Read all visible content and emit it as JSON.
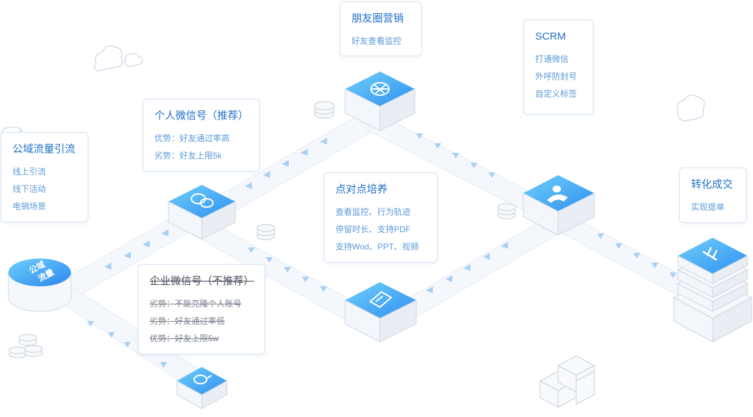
{
  "origin": {
    "line1": "公域",
    "line2": "流量"
  },
  "cards": {
    "public_traffic": {
      "title": "公域流量引流",
      "items": [
        "线上引流",
        "线下活动",
        "电销场景"
      ]
    },
    "personal_wechat": {
      "title": "个人微信号（推荐）",
      "items": [
        "优势：好友通过率高",
        "劣势：好友上限5k"
      ]
    },
    "enterprise_wechat": {
      "title": "企业微信号（不推荐）",
      "items": [
        "劣势：不能克隆个人账号",
        "劣势：好友通过率低",
        "优势：好友上限5w"
      ]
    },
    "moments": {
      "title": "朋友圈营销",
      "items": [
        "好友查看监控"
      ]
    },
    "p2p": {
      "title": "点对点培养",
      "items": [
        "查看监控、行为轨迹",
        "停留时长、支持PDF",
        "支持Wod、PPT、视频"
      ]
    },
    "scrm": {
      "title": "SCRM",
      "items": [
        "打通微信",
        "外呼防封号",
        "自定义标签"
      ]
    },
    "conversion": {
      "title": "转化成交",
      "items": [
        "实现提单"
      ]
    }
  },
  "icons": {
    "wechat": "wechat-icon",
    "enterprise_wechat": "enterprise-wechat-icon",
    "moments": "camera-aperture-icon",
    "document": "document-icon",
    "user": "user-icon",
    "gavel": "gavel-icon",
    "cloud": "cloud-icon",
    "coins": "coin-stack-icon",
    "boxes": "box-stack-icon"
  },
  "colors": {
    "node_top": "#3aa0f2",
    "node_top_light": "#63c3fa",
    "accent": "#1f6fc9",
    "item": "#5c9ad9",
    "path_arrow": "#b4d6f6"
  }
}
